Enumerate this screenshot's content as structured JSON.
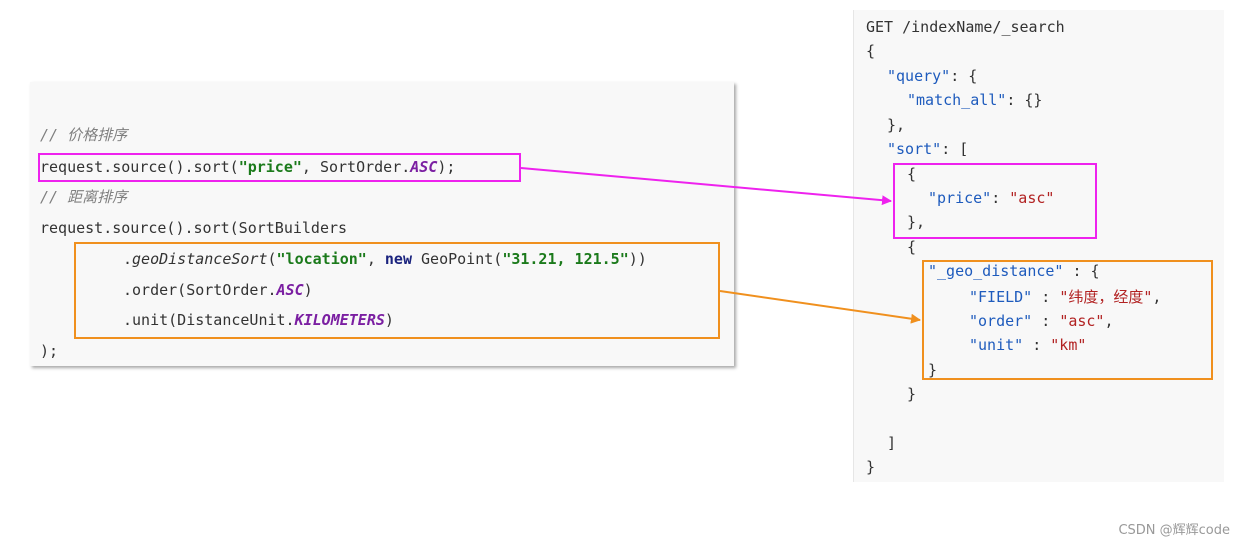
{
  "left_code": {
    "comment_price": "// 价格排序",
    "line_price": {
      "prefix": "request.source().sort(",
      "field": "\"price\"",
      "mid": ", SortOrder.",
      "order": "ASC",
      "suffix": ");"
    },
    "comment_distance": "// 距离排序",
    "line_builder": "request.source().sort(SortBuilders",
    "line_geo": {
      "prefix": ".",
      "method": "geoDistanceSort",
      "open": "(",
      "field": "\"location\"",
      "sep": ", ",
      "new_kw": "new",
      "point_cls": " GeoPoint(",
      "coords": "\"31.21, 121.5\"",
      "close": "))"
    },
    "line_order": {
      "prefix": ".order(SortOrder.",
      "order": "ASC",
      "suffix": ")"
    },
    "line_unit": {
      "prefix": ".unit(DistanceUnit.",
      "unit": "KILOMETERS",
      "suffix": ")"
    },
    "line_close": ");"
  },
  "right_code": {
    "request": "GET /indexName/_search",
    "open_brace": "{",
    "query_key": "\"query\"",
    "query_open": ": {",
    "match_key": "\"match_all\"",
    "match_val": ": {}",
    "query_close": "},",
    "sort_key": "\"sort\"",
    "sort_open": ": [",
    "obj1_open": "{",
    "price_key": "\"price\"",
    "price_colon": ": ",
    "price_val": "\"asc\"",
    "obj1_close": "},",
    "obj2_open": "{",
    "geo_key": "\"_geo_distance\"",
    "geo_open": " : {",
    "field_key": "\"FIELD\"",
    "field_colon": " : ",
    "field_val": "\"纬度，经度\"",
    "field_comma": ",",
    "order_key": "\"order\"",
    "order_colon": " : ",
    "order_val": "\"asc\"",
    "order_comma": ",",
    "unit_key": "\"unit\"",
    "unit_colon": " : ",
    "unit_val": "\"km\"",
    "geo_close": "}",
    "obj2_close": "}",
    "sort_close": "]",
    "close_brace": "}"
  },
  "colors": {
    "highlight_price": "#ee22ee",
    "highlight_geo": "#f0901e"
  },
  "watermark": "CSDN @辉辉code"
}
